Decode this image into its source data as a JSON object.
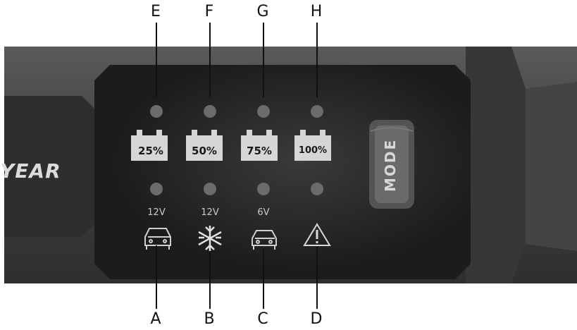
{
  "callouts_top": [
    "E",
    "F",
    "G",
    "H"
  ],
  "callouts_bottom": [
    "A",
    "B",
    "C",
    "D"
  ],
  "battery_levels": [
    "25%",
    "50%",
    "75%",
    "100%"
  ],
  "voltage_labels": [
    "12V",
    "12V",
    "6V"
  ],
  "mode_button": {
    "label": "MODE"
  },
  "brand_text": "YEAR",
  "icons": [
    "car-icon",
    "snowflake-icon",
    "car-icon",
    "warning-triangle-icon"
  ],
  "colors": {
    "panel": "#1f1f1f",
    "housing": "#4a4a4a",
    "badge": "#d6d6d6",
    "led": "#6a6a6a"
  }
}
